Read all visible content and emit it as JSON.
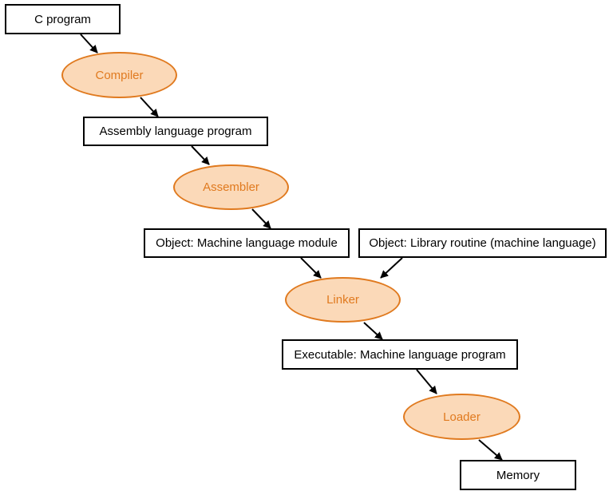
{
  "boxes": {
    "c_program": "C program",
    "assembly": "Assembly language program",
    "object_module": "Object: Machine language module",
    "library_routine": "Object: Library routine (machine language)",
    "executable": "Executable: Machine language program",
    "memory": "Memory"
  },
  "steps": {
    "compiler": "Compiler",
    "assembler": "Assembler",
    "linker": "Linker",
    "loader": "Loader"
  },
  "colors": {
    "step_fill": "#fbd9b8",
    "step_border": "#e07a1f",
    "step_text": "#e07a1f",
    "box_border": "#000000"
  }
}
